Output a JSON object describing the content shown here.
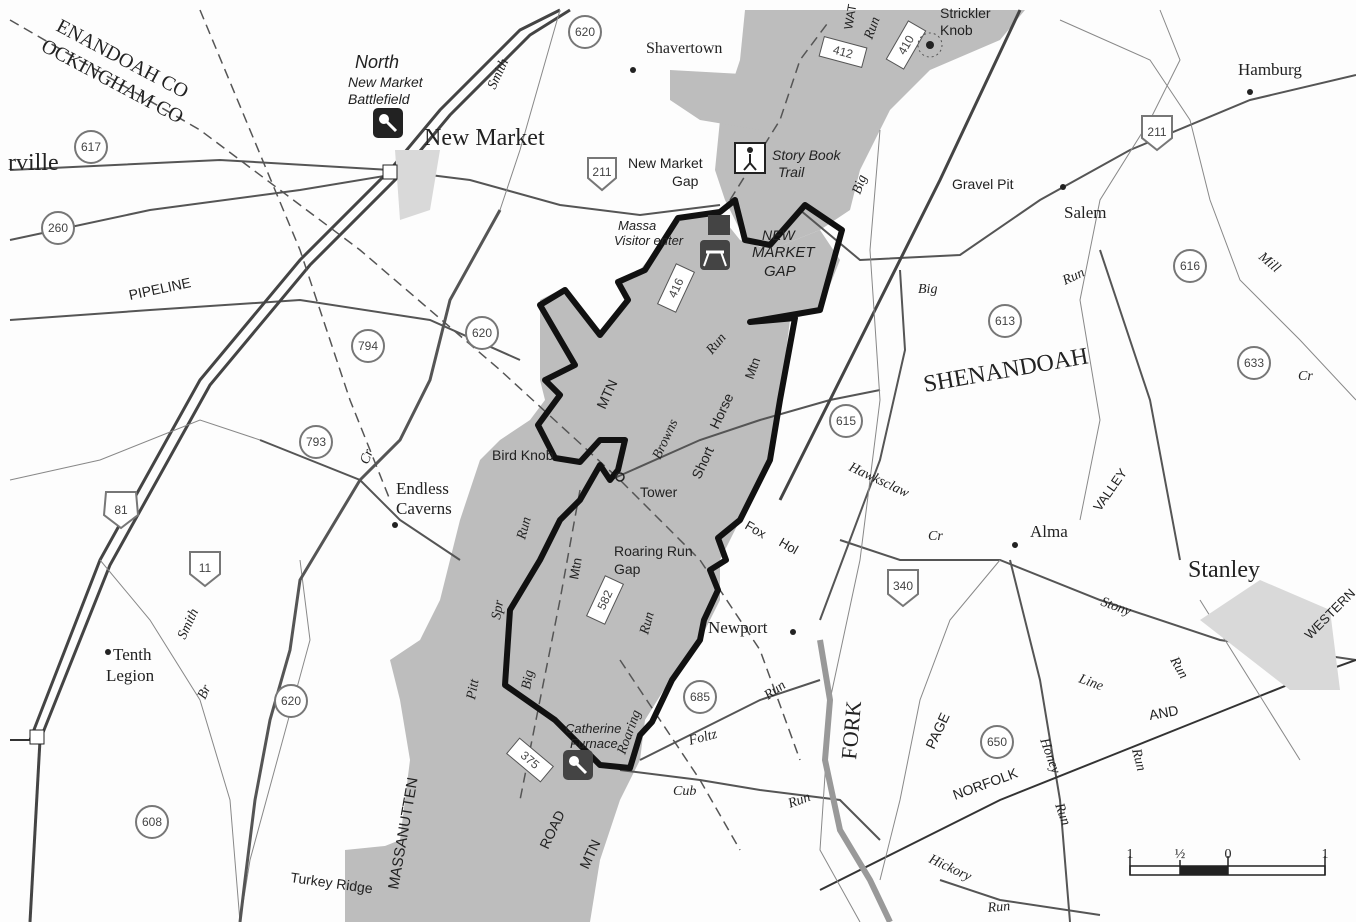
{
  "map": {
    "county_lines": [
      "ENANDOAH CO",
      "OCKINGHAM CO"
    ],
    "places": {
      "ville": "rville",
      "new_market": "New Market",
      "north_battlefield": "North",
      "battlefield_line2": "New Market",
      "battlefield_line3": "Battlefield",
      "shavertown": "Shavertown",
      "strickler": "Strickler",
      "knob": "Knob",
      "hamburg": "Hamburg",
      "new_market_gap_1": "New Market",
      "new_market_gap_2": "Gap",
      "story_book_1": "Story Book",
      "story_book_2": "Trail",
      "gravel_pit": "Gravel Pit",
      "salem": "Salem",
      "massa": "Massa",
      "visitor_center": "Visitor enter",
      "nm_gap_a": "MARKET",
      "nm_gap_b": "GAP",
      "nm_gap_new": "NEW",
      "pipeline": "PIPELINE",
      "shenandoah": "SHENANDOAH",
      "bird_knob": "Bird Knob",
      "tower": "Tower",
      "endless_1": "Endless",
      "endless_2": "Caverns",
      "roaring_run_1": "Roaring Run",
      "roaring_run_2": "Gap",
      "alma": "Alma",
      "valley": "VALLEY",
      "stanley": "Stanley",
      "newport": "Newport",
      "tenth_1": "Tenth",
      "tenth_2": "Legion",
      "catherine_1": "Catherine",
      "catherine_2": "Furnace",
      "turkey_ridge": "Turkey Ridge",
      "massanutten": "MASSANUTTEN",
      "road": "ROAD",
      "mtn_bottom": "MTN",
      "mtn_left": "MTN",
      "mtn_small1": "Mtn",
      "mtn_small2": "Mtn",
      "fork": "FORK",
      "page": "PAGE",
      "norfolk": "NORFOLK",
      "and": "AND",
      "western": "WESTERN",
      "line": "Line",
      "wat": "WAT"
    },
    "water_labels": {
      "smith_top": "Smith",
      "run_top": "Run",
      "big_top": "Big",
      "big_mid": "Big",
      "run_right": "Run",
      "mill": "Mill",
      "cr_right": "Cr",
      "browns": "Browns",
      "run_browns": "Run",
      "short": "Short",
      "horse": "Horse",
      "mtn_horse": "Mtn",
      "hawksclaw": "Hawksclaw",
      "cr_hawk": "Cr",
      "fox": "Fox",
      "hol": "Hol",
      "stony": "Stony",
      "run_stony": "Run",
      "cr_left": "Cr",
      "run_pitt": "Run",
      "spr": "Spr",
      "pitt": "Pitt",
      "big_left": "Big",
      "run_bottom": "Run",
      "roaring": "Roaring",
      "smith_left": "Smith",
      "br": "Br",
      "foltz": "Foltz",
      "run_foltz": "Run",
      "cub": "Cub",
      "run_cub": "Run",
      "honey": "Honey",
      "run_honey": "Run",
      "run_line": "Run",
      "hickory": "Hickory",
      "run_hickory": "Run"
    },
    "route_shields": [
      "620",
      "617",
      "260",
      "211",
      "794",
      "620",
      "793",
      "81",
      "11",
      "620",
      "608",
      "211",
      "616",
      "613",
      "633",
      "615",
      "340",
      "685",
      "650"
    ],
    "forest_roads": [
      "412",
      "410",
      "416",
      "582",
      "375"
    ],
    "scale_bar": {
      "labels": [
        "1",
        "½",
        "0",
        "1"
      ]
    }
  }
}
